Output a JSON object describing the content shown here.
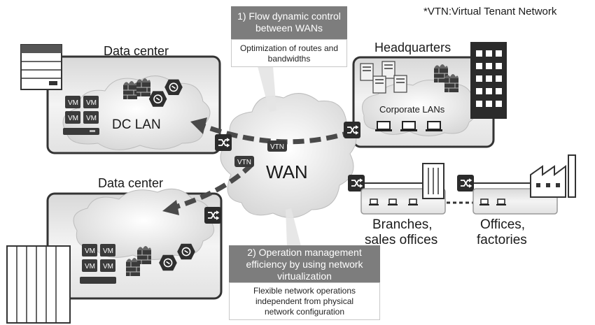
{
  "footnote": "*VTN:Virtual Tenant Network",
  "callout1": {
    "title_line1": "1) Flow dynamic control",
    "title_line2": "between WANs",
    "body_line1": "Optimization of routes and",
    "body_line2": "bandwidths"
  },
  "callout2": {
    "title_line1": "2) Operation management",
    "title_line2": "efficiency by using network",
    "title_line3": "virtualization",
    "body_line1": "Flexible network operations",
    "body_line2": "independent from physical",
    "body_line3": "network configuration"
  },
  "dc1": {
    "title": "Data center",
    "lan": "DC LAN",
    "vm": "VM"
  },
  "dc2": {
    "title": "Data center",
    "vm": "VM"
  },
  "hq": {
    "title": "Headquarters",
    "lan": "Corporate LANs"
  },
  "wan": {
    "label": "WAN",
    "vtn1": "VTN",
    "vtn2": "VTN"
  },
  "branches": {
    "line1": "Branches,",
    "line2": "sales offices"
  },
  "offices": {
    "line1": "Offices,",
    "line2": "factories"
  },
  "colors": {
    "box_border": "#3a3a3a",
    "box_fill": "#eeeeee",
    "cloud": "#dcdcdc",
    "arrow": "#4a4a4a",
    "switch": "#2b2b2b",
    "callout": "#7d7d7d"
  }
}
